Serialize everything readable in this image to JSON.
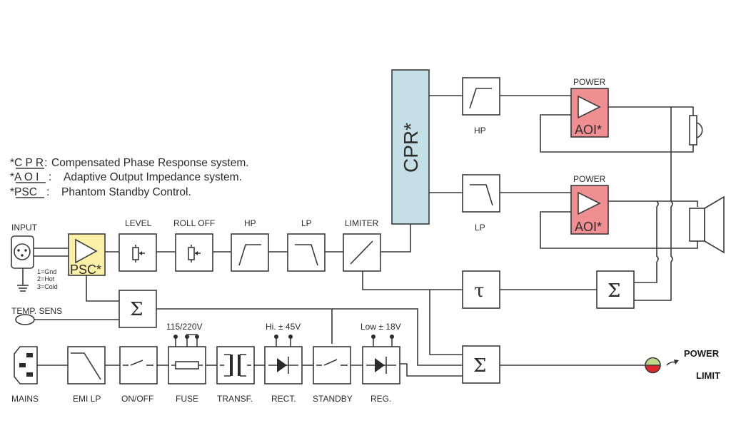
{
  "legend": [
    {
      "abbr": "*C P R",
      "sep": ":",
      "text": "Compensated Phase Response system."
    },
    {
      "abbr": "*A O I",
      "sep": ":",
      "text": "Adaptive Output Impedance system."
    },
    {
      "abbr": "*PSC",
      "sep": ":",
      "text": "Phantom Standby Control."
    }
  ],
  "signal_chain": {
    "input_label": "INPUT",
    "pinout": [
      "1=Gnd",
      "2=Hot",
      "3=Cold"
    ],
    "psc_label": "PSC*",
    "level_label": "LEVEL",
    "rolloff_label": "ROLL OFF",
    "hp_label": "HP",
    "lp_label": "LP",
    "limiter_label": "LIMITER",
    "temp_label": "TEMP. SENS",
    "sum_symbol": "Σ",
    "tau_symbol": "τ"
  },
  "cpr": {
    "label": "CPR*"
  },
  "outputs": {
    "hp_label": "HP",
    "lp_label": "LP",
    "amp_top_title": "POWER",
    "amp_top_label": "AOI*",
    "amp_bottom_title": "POWER",
    "amp_bottom_label": "AOI*"
  },
  "power_chain": {
    "mains": "MAINS",
    "emi": "EMI LP",
    "onoff": "ON/OFF",
    "fuse": "FUSE",
    "fuse_voltage": "115/220V",
    "transf": "TRANSF.",
    "rect": "RECT.",
    "rect_voltage": "Hi. ± 45V",
    "standby": "STANDBY",
    "reg": "REG.",
    "reg_voltage": "Low ± 18V"
  },
  "indicator": {
    "line1": "POWER",
    "line2": "LIMIT",
    "colors": {
      "top": "#bcd98a",
      "bottom": "#e2262b"
    }
  },
  "colors": {
    "psc": "#fbf0a6",
    "cpr": "#c4dfe6",
    "aoi": "#ef8f92"
  }
}
